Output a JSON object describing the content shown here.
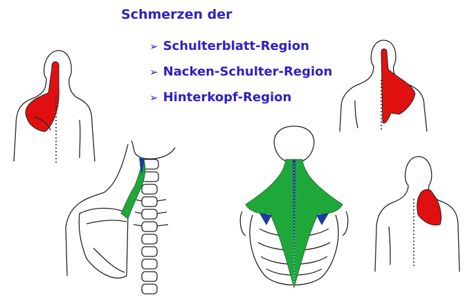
{
  "heading": "Schmerzen der",
  "bullet_icon": "arrowhead-bullet",
  "bullets": [
    {
      "label": "Schulterblatt-Region"
    },
    {
      "label": "Nacken-Schulter-Region"
    },
    {
      "label": "Hinterkopf-Region"
    }
  ],
  "colors": {
    "text": "#2b22c4",
    "pain": "#e01010",
    "muscle": "#1fa83a",
    "tendon": "#1a3b9a"
  }
}
